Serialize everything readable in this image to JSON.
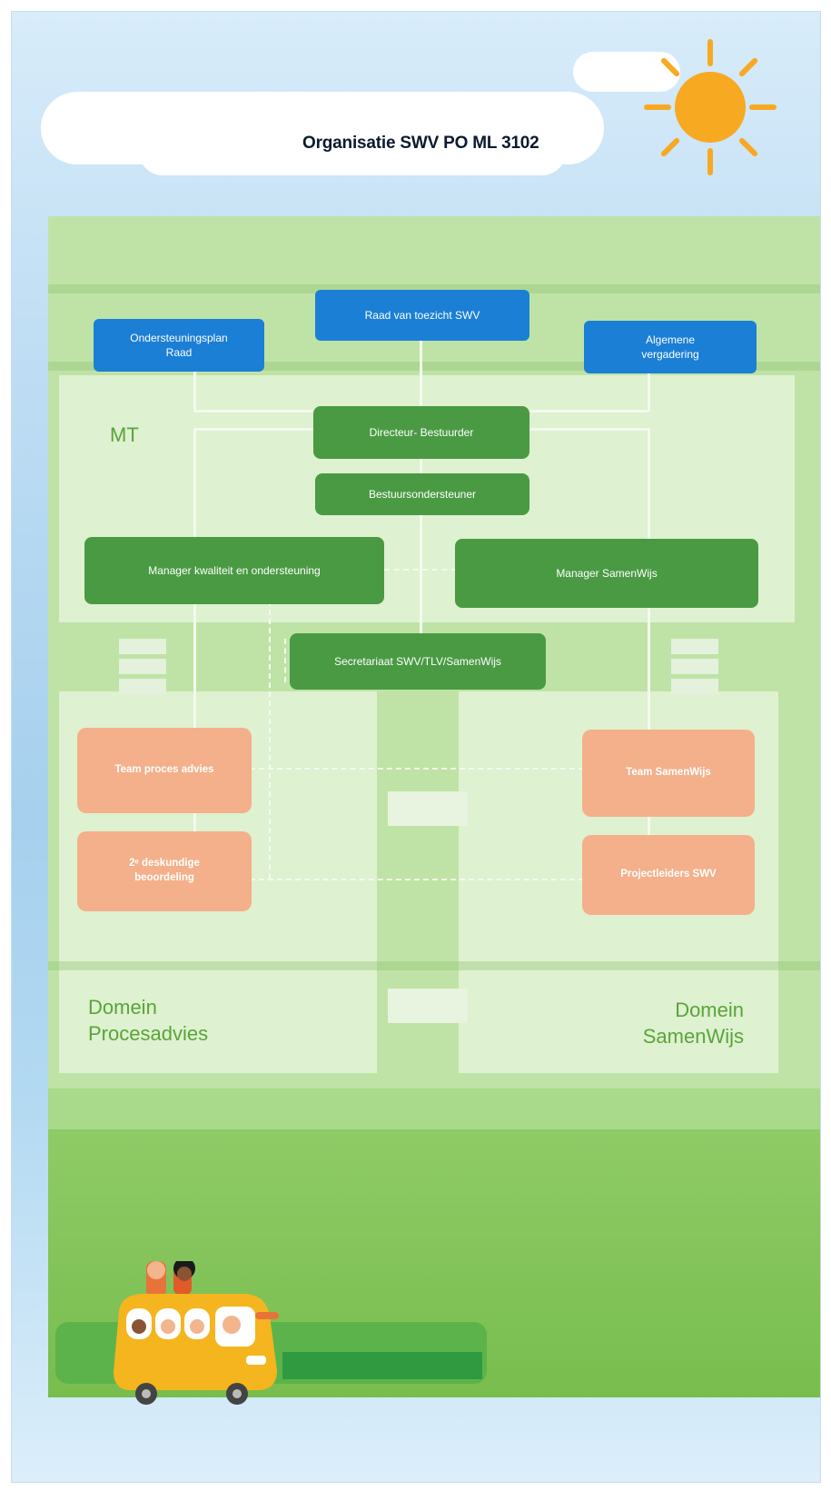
{
  "title": "Organisatie SWV PO ML 3102",
  "colors": {
    "sky": "#b6d9f2",
    "building": "#bfe3a6",
    "supervisory_blue": "#1b7fd6",
    "management_green": "#4a9a44",
    "team_orange": "#f4b08a",
    "label_green": "#5aa43a",
    "sun": "#f7a922"
  },
  "governance": {
    "council_plan": "Ondersteuningsplan Raad",
    "supervisory_board": "Raad van toezicht SWV",
    "general_meeting": "Algemene vergadering"
  },
  "mt": {
    "label": "MT",
    "director": "Directeur- Bestuurder",
    "board_support": "Bestuursondersteuner",
    "manager_quality": "Manager kwaliteit en ondersteuning",
    "manager_samenwijs": "Manager SamenWijs"
  },
  "secretariat": "Secretariaat SWV/TLV/SamenWijs",
  "domain_left": {
    "label_line1": "Domein",
    "label_line2": "Procesadvies",
    "team_process": "Team proces advies",
    "expert_review": "2ᵉ deskundige beoordeling"
  },
  "domain_right": {
    "label_line1": "Domein",
    "label_line2": "SamenWijs",
    "team_samenwijs": "Team SamenWijs",
    "project_leaders": "Projectleiders SWV"
  },
  "icons": [
    "sun-icon",
    "cloud-icon",
    "school-bus-icon"
  ]
}
